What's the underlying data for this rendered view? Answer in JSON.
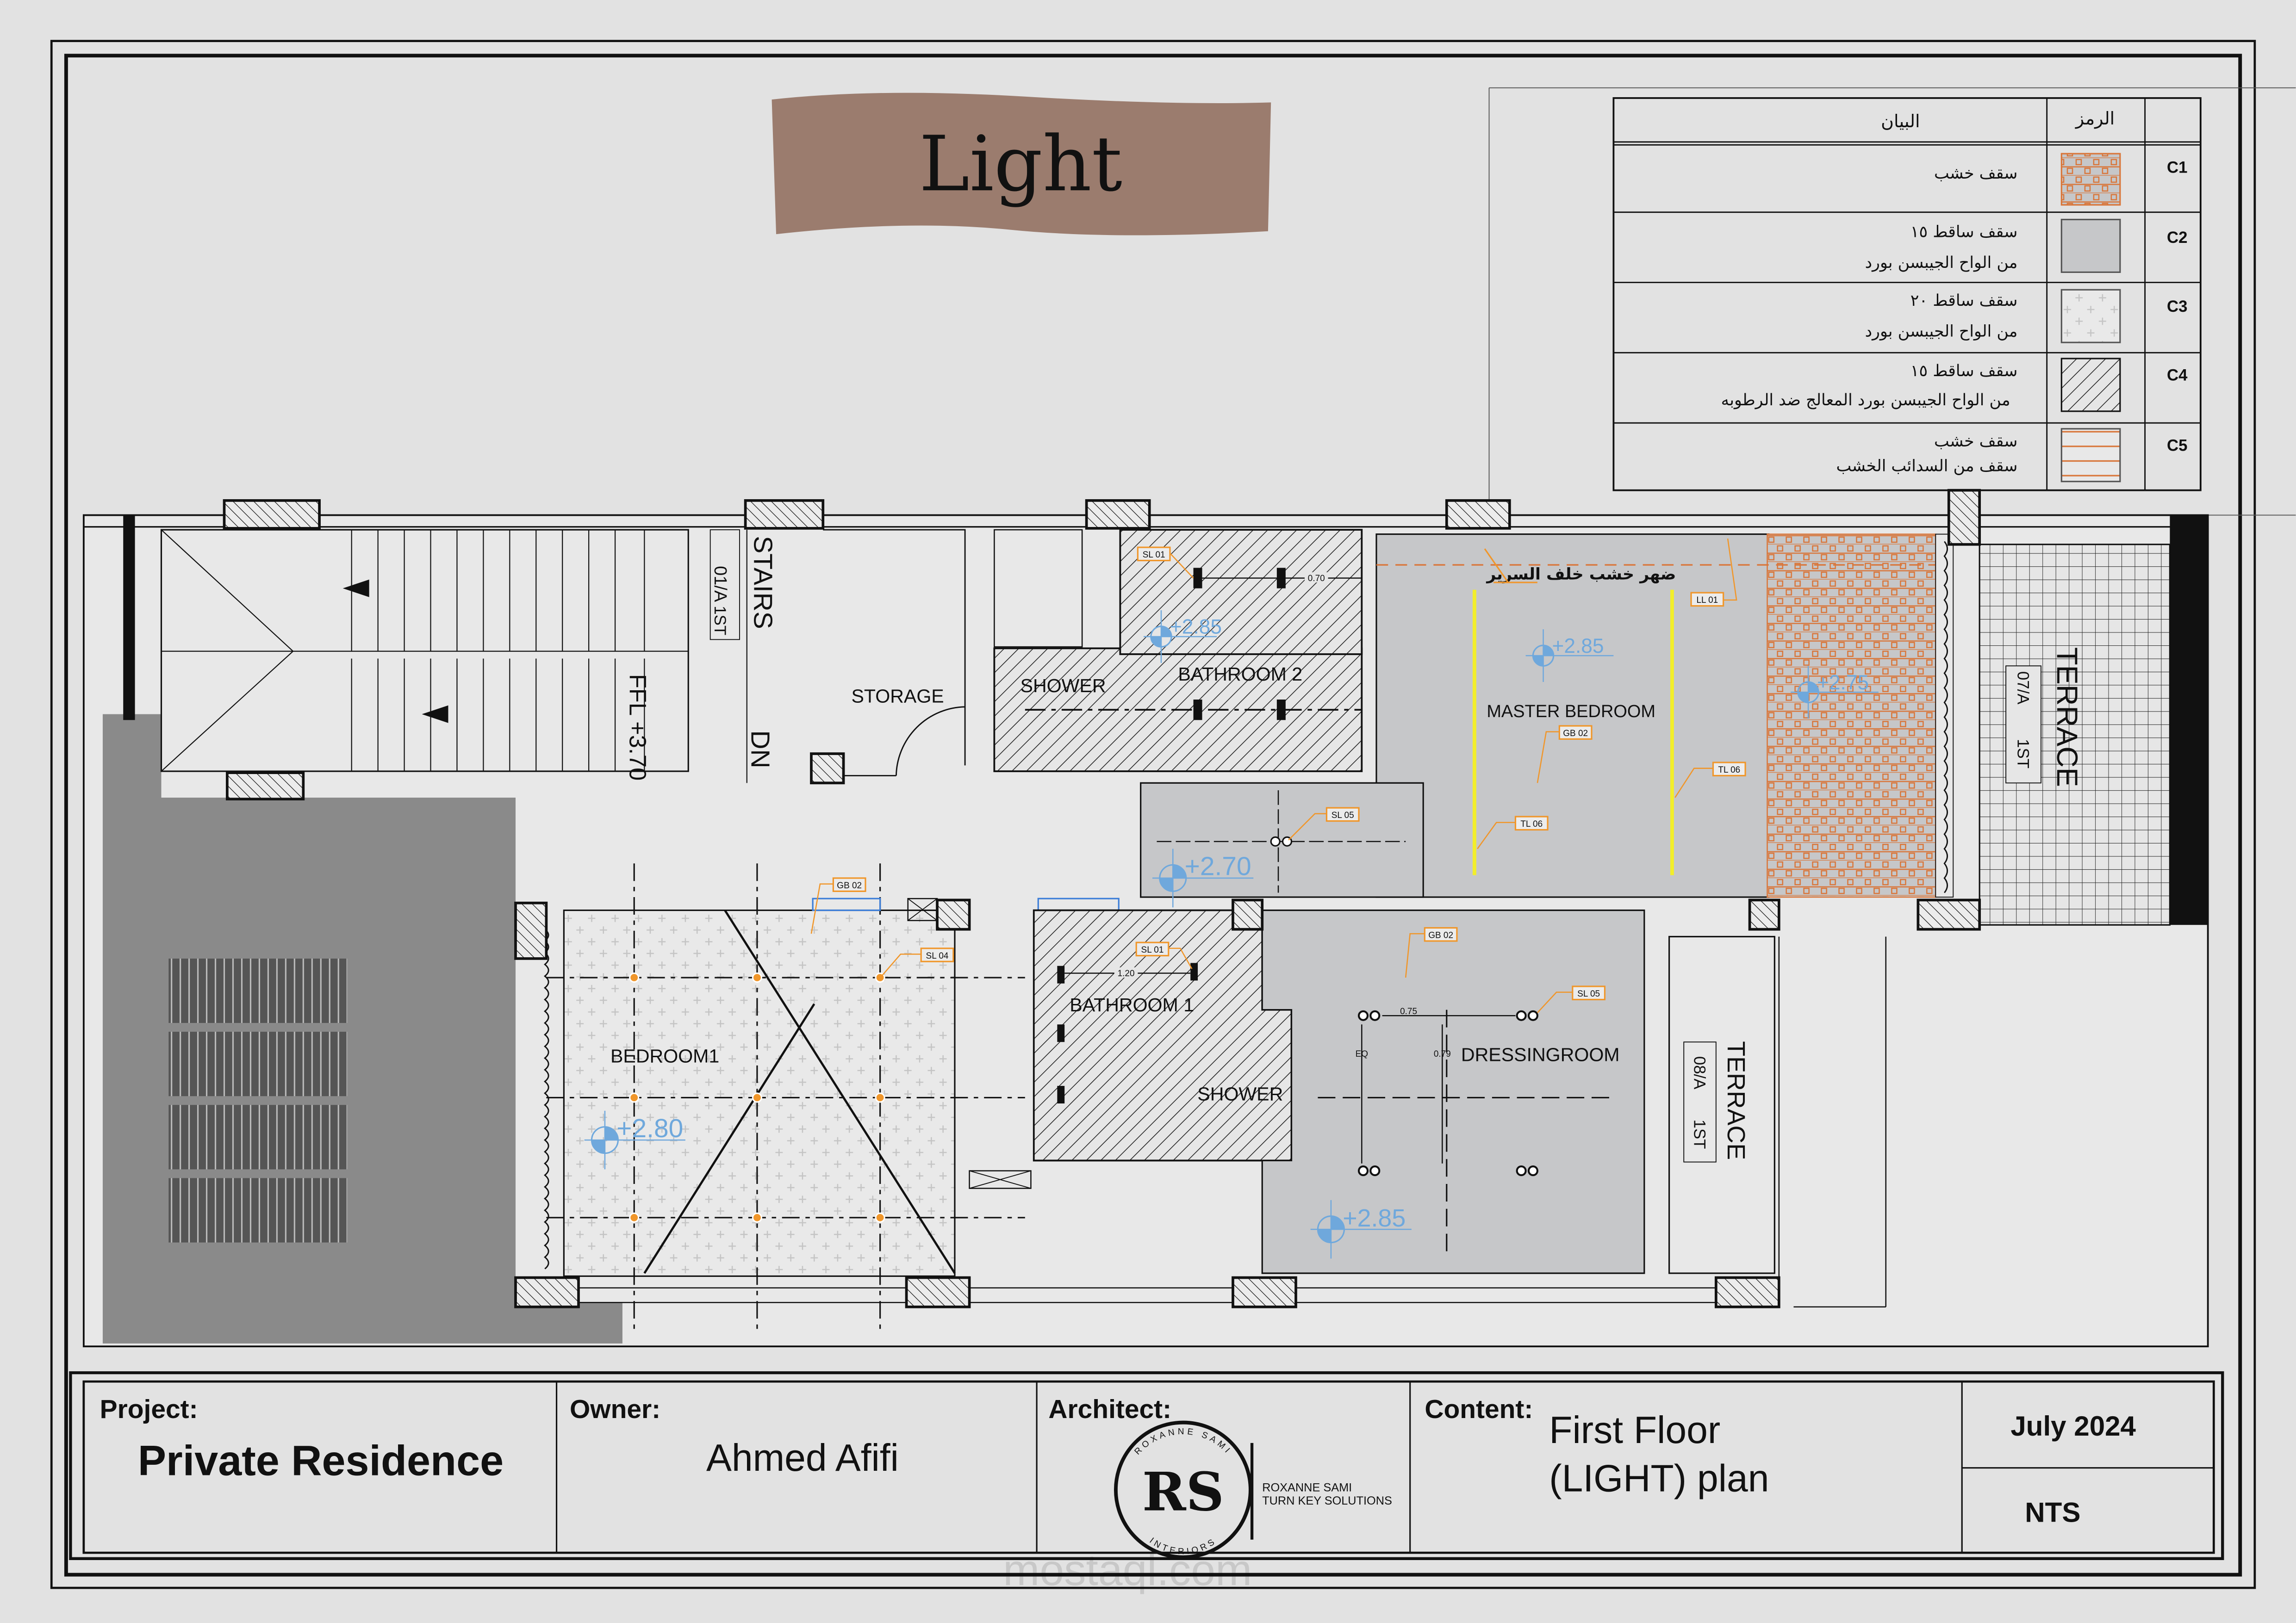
{
  "sheet_title": "Light",
  "colors": {
    "banner": "#9b7c6e",
    "wood_orange": "#d9763a",
    "tag_orange": "#f0962a",
    "elevation_blue": "#6fa8dc",
    "ceiling_gray": "#c6c7c9",
    "light_strip_yellow": "#f2ee2a",
    "paper": "#e2e2e2"
  },
  "legend": {
    "header_description": "البيان",
    "header_symbol": "الرمز",
    "rows": [
      {
        "code": "C1",
        "line1": "سقف خشب",
        "line2": ""
      },
      {
        "code": "C2",
        "line1": "سقف ساقط  ١٥",
        "line2": "من الواح الجيبسن بورد"
      },
      {
        "code": "C3",
        "line1": "سقف ساقط  ٢٠",
        "line2": "من الواح الجيبسن بورد"
      },
      {
        "code": "C4",
        "line1": "سقف ساقط  ١٥",
        "line2": "من الواح الجيبسن بورد المعالج ضد الرطوبه"
      },
      {
        "code": "C5",
        "line1": "سقف خشب",
        "line2": "سقف من السدائب الخشب"
      }
    ]
  },
  "rooms": {
    "stairs": "STAIRS",
    "stairs_ref_top": "01/A",
    "stairs_ref_bottom": "1ST",
    "dn": "DN",
    "ffl": "FFL +3.70",
    "storage": "STORAGE",
    "shower_2": "SHOWER",
    "bathroom_2": "BATHROOM 2",
    "master_bedroom": "MASTER BEDROOM",
    "bed_wall_note": "ضهر خشب خلف السرير",
    "terrace_east": "TERRACE",
    "terrace_east_ref_top": "07/A",
    "terrace_east_ref_bottom": "1ST",
    "bedroom_1": "BEDROOM1",
    "bathroom_1": "BATHROOM 1",
    "shower_1": "SHOWER",
    "dressing_room": "DRESSINGROOM",
    "terrace_south": "TERRACE",
    "terrace_south_ref_top": "08/A",
    "terrace_south_ref_bottom": "1ST"
  },
  "tags": [
    "SL 01",
    "LL 01",
    "GB 02",
    "TL 06",
    "TL 06",
    "SL 05",
    "GB 02",
    "SL 04",
    "SL 01",
    "GB 02",
    "SL 05"
  ],
  "elevations": [
    "+2.85",
    "+2.85",
    "+2.75",
    "+2.70",
    "+2.80",
    "+2.85"
  ],
  "dimensions": {
    "eq": "EQ",
    "d075": "0.75",
    "d079": "0.79",
    "d070": "0.70",
    "d120": "1.20"
  },
  "title_block": {
    "project_label": "Project:",
    "project_value": "Private Residence",
    "owner_label": "Owner:",
    "owner_value": "Ahmed Afifi",
    "architect_label": "Architect:",
    "architect_logo_top": "ROXANNE SAMI",
    "architect_logo_bottom": "INTERIORS",
    "architect_logo_mono": "RS",
    "architect_name": "ROXANNE SAMI",
    "architect_tagline": "TURN KEY SOLUTIONS",
    "content_label": "Content:",
    "content_line1": "First Floor",
    "content_line2": "(LIGHT) plan",
    "date": "July 2024",
    "scale": "NTS"
  },
  "watermark": "mostaql.com"
}
